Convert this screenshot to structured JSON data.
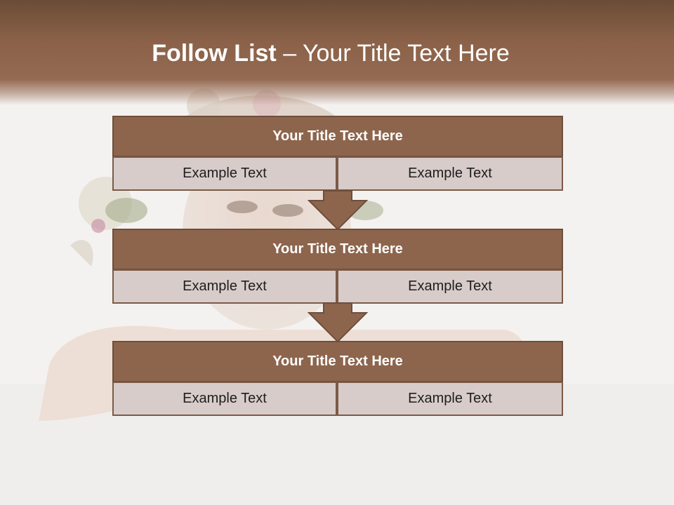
{
  "slide": {
    "title_bold": "Follow List",
    "title_rest": "– Your Title Text Here"
  },
  "blocks": [
    {
      "heading": "Your Title Text Here",
      "left_text": "Example Text",
      "right_text": "Example Text"
    },
    {
      "heading": "Your Title Text Here",
      "left_text": "Example Text",
      "right_text": "Example Text"
    },
    {
      "heading": "Your Title Text Here",
      "left_text": "Example Text",
      "right_text": "Example Text"
    }
  ],
  "colors": {
    "header_brown": "#8d654d",
    "cell_fill": "#d7ccc9",
    "border_brown": "#6e4e3c",
    "background": "#f3f1ef"
  }
}
